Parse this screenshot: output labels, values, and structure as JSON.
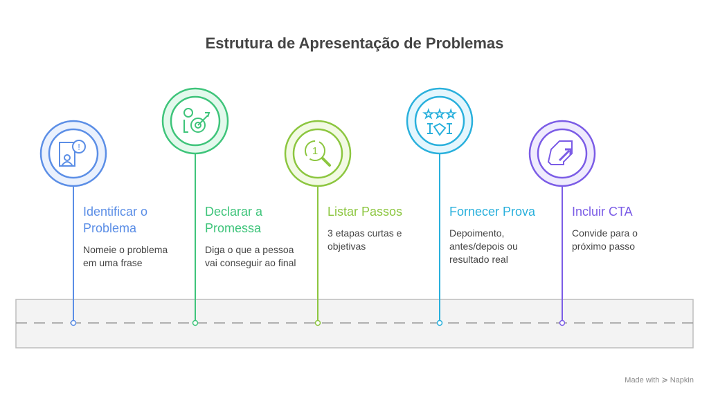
{
  "title": "Estrutura de Apresentação de Problemas",
  "steps": [
    {
      "title": "Identificar o Problema",
      "desc": "Nomeie o problema em uma frase",
      "color": "#5b8ee6",
      "fill": "#eaf1fd",
      "icon": "person-alert-icon"
    },
    {
      "title": "Declarar a Promessa",
      "desc": "Diga o que a pessoa vai conseguir ao final",
      "color": "#3ec47a",
      "fill": "#e3f9ec",
      "icon": "person-target-icon"
    },
    {
      "title": "Listar Passos",
      "desc": "3 etapas curtas e objetivas",
      "color": "#8cc63f",
      "fill": "#f2fae3",
      "icon": "search-cycle-icon"
    },
    {
      "title": "Fornecer Prova",
      "desc": "Depoimento, antes/depois ou resultado real",
      "color": "#29b0dc",
      "fill": "#e4f6fd",
      "icon": "stars-handshake-icon"
    },
    {
      "title": "Incluir CTA",
      "desc": "Convide para o próximo passo",
      "color": "#7b5ce6",
      "fill": "#efebfd",
      "icon": "arrow-tag-icon"
    }
  ],
  "credit": "Made with ≽ Napkin"
}
